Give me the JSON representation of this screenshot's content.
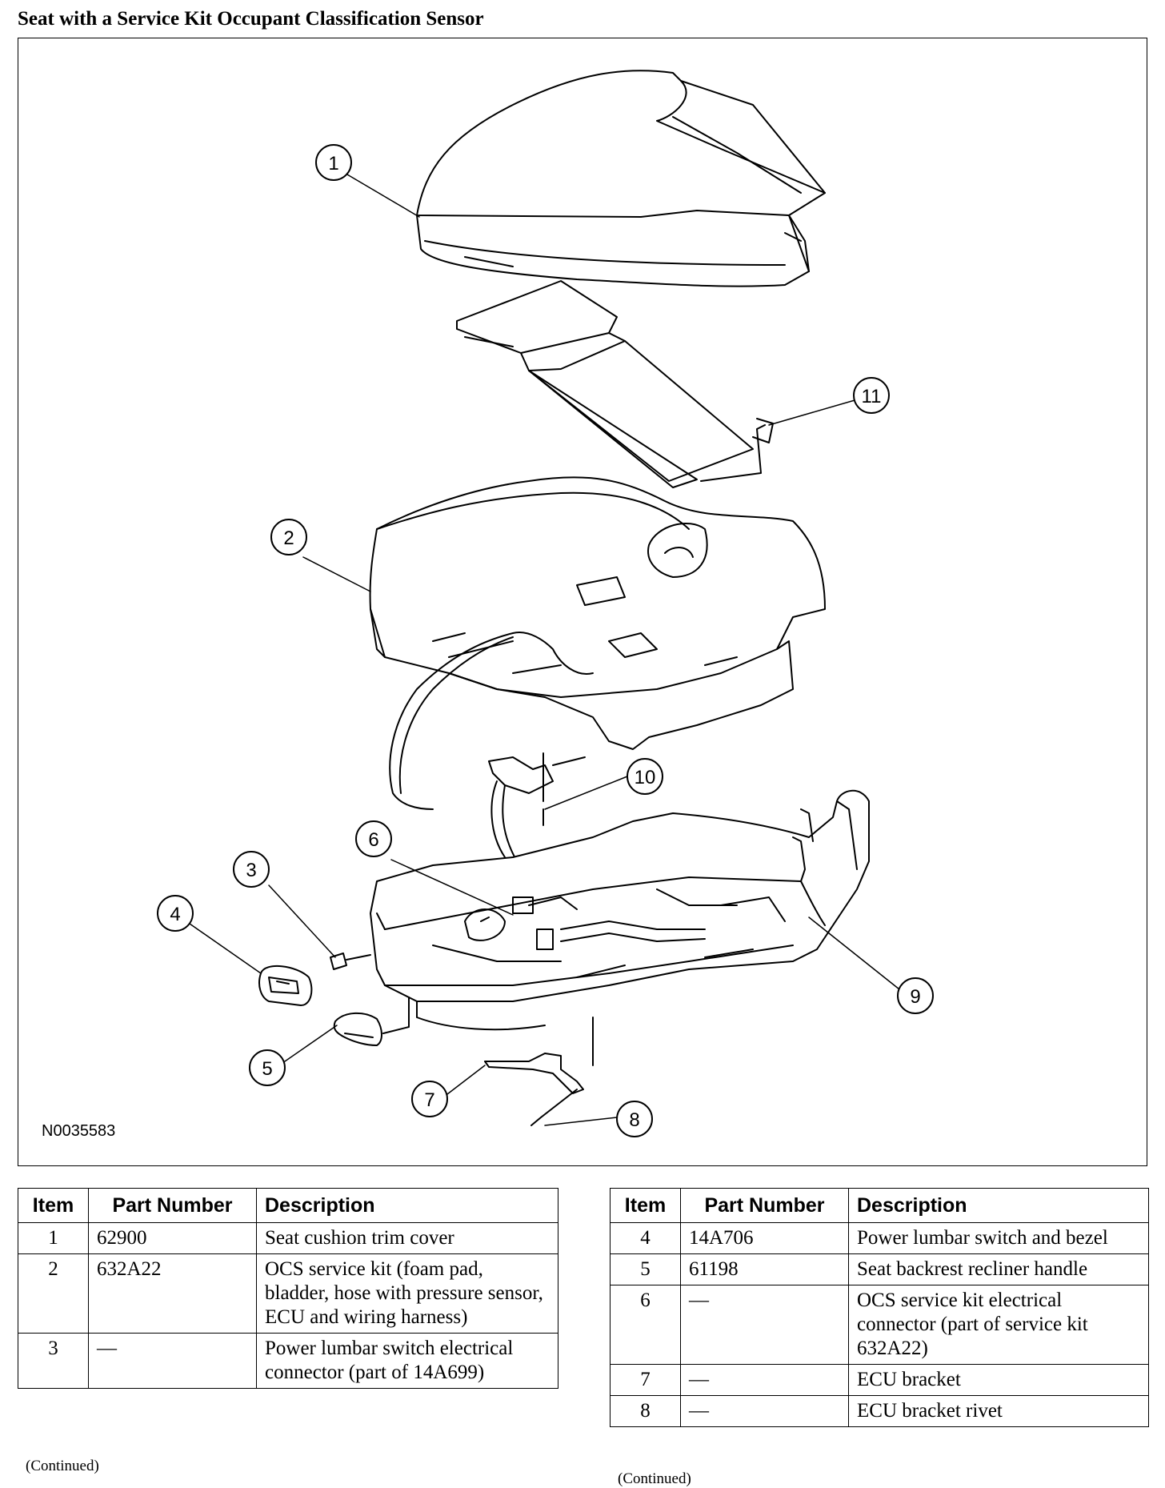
{
  "title": "Seat with a Service Kit Occupant Classification Sensor",
  "figure": {
    "id": "N0035583",
    "callouts": [
      "1",
      "2",
      "3",
      "4",
      "5",
      "6",
      "7",
      "8",
      "9",
      "10",
      "11"
    ]
  },
  "table_headers": {
    "item": "Item",
    "part_number": "Part Number",
    "description": "Description"
  },
  "table_left": {
    "rows": [
      {
        "item": "1",
        "part": "62900",
        "desc": "Seat cushion trim cover"
      },
      {
        "item": "2",
        "part": "632A22",
        "desc": "OCS service kit (foam pad, bladder, hose with pressure sensor, ECU and wiring harness)"
      },
      {
        "item": "3",
        "part": "—",
        "desc": "Power lumbar switch electrical connector (part of 14A699)"
      }
    ],
    "continued": "(Continued)"
  },
  "table_right": {
    "rows": [
      {
        "item": "4",
        "part": "14A706",
        "desc": "Power lumbar switch and bezel"
      },
      {
        "item": "5",
        "part": "61198",
        "desc": "Seat backrest recliner handle"
      },
      {
        "item": "6",
        "part": "—",
        "desc": "OCS service kit electrical connector (part of service kit 632A22)"
      },
      {
        "item": "7",
        "part": "—",
        "desc": "ECU bracket"
      },
      {
        "item": "8",
        "part": "—",
        "desc": "ECU bracket rivet"
      }
    ],
    "continued": "(Continued)"
  }
}
